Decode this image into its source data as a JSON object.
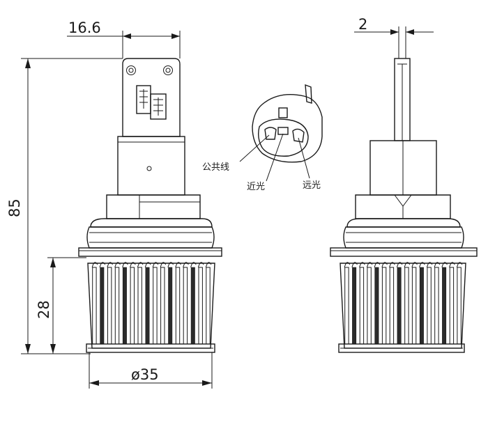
{
  "dimensions": {
    "connector_width": "16.6",
    "pin_thickness": "2",
    "overall_height": "85",
    "heatsink_height": "28",
    "diameter": "ø35"
  },
  "pin_labels": {
    "common": "公共线",
    "low_beam": "近光",
    "high_beam": "远光"
  }
}
